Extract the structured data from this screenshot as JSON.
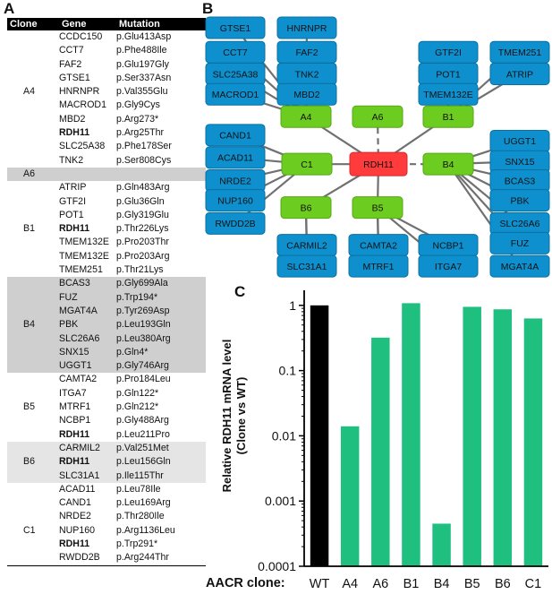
{
  "panels": {
    "a": "A",
    "b": "B",
    "c": "C"
  },
  "table": {
    "headers": [
      "Clone",
      "Gene",
      "Mutation"
    ],
    "rows": [
      {
        "clone": "",
        "gene": "CCDC150",
        "mutation": "p.Glu413Asp",
        "shade": "",
        "bold": false
      },
      {
        "clone": "",
        "gene": "CCT7",
        "mutation": "p.Phe488Ile",
        "shade": "",
        "bold": false
      },
      {
        "clone": "",
        "gene": "FAF2",
        "mutation": "p.Glu197Gly",
        "shade": "",
        "bold": false
      },
      {
        "clone": "",
        "gene": "GTSE1",
        "mutation": "p.Ser337Asn",
        "shade": "",
        "bold": false
      },
      {
        "clone": "A4",
        "gene": "HNRNPR",
        "mutation": "p.Val355Glu",
        "shade": "",
        "bold": false
      },
      {
        "clone": "",
        "gene": "MACROD1",
        "mutation": "p.Gly9Cys",
        "shade": "",
        "bold": false
      },
      {
        "clone": "",
        "gene": "MBD2",
        "mutation": "p.Arg273*",
        "shade": "",
        "bold": false
      },
      {
        "clone": "",
        "gene": "RDH11",
        "mutation": "p.Arg25Thr",
        "shade": "",
        "bold": true
      },
      {
        "clone": "",
        "gene": "SLC25A38",
        "mutation": "p.Phe178Ser",
        "shade": "",
        "bold": false
      },
      {
        "clone": "",
        "gene": "TNK2",
        "mutation": "p.Ser808Cys",
        "shade": "",
        "bold": false
      },
      {
        "clone": "A6",
        "gene": "",
        "mutation": "",
        "shade": "dark",
        "bold": false
      },
      {
        "clone": "",
        "gene": "ATRIP",
        "mutation": "p.Gln483Arg",
        "shade": "",
        "bold": false
      },
      {
        "clone": "",
        "gene": "GTF2I",
        "mutation": "p.Glu36Gln",
        "shade": "",
        "bold": false
      },
      {
        "clone": "",
        "gene": "POT1",
        "mutation": "p.Gly319Glu",
        "shade": "",
        "bold": false
      },
      {
        "clone": "B1",
        "gene": "RDH11",
        "mutation": "p.Thr226Lys",
        "shade": "",
        "bold": true
      },
      {
        "clone": "",
        "gene": "TMEM132E",
        "mutation": "p.Pro203Thr",
        "shade": "",
        "bold": false
      },
      {
        "clone": "",
        "gene": "TMEM132E",
        "mutation": "p.Pro203Arg",
        "shade": "",
        "bold": false
      },
      {
        "clone": "",
        "gene": "TMEM251",
        "mutation": "p.Thr21Lys",
        "shade": "",
        "bold": false
      },
      {
        "clone": "",
        "gene": "BCAS3",
        "mutation": "p.Gly699Ala",
        "shade": "dark",
        "bold": false
      },
      {
        "clone": "",
        "gene": "FUZ",
        "mutation": "p.Trp194*",
        "shade": "dark",
        "bold": false
      },
      {
        "clone": "",
        "gene": "MGAT4A",
        "mutation": "p.Tyr269Asp",
        "shade": "dark",
        "bold": false
      },
      {
        "clone": "B4",
        "gene": "PBK",
        "mutation": "p.Leu193Gln",
        "shade": "dark",
        "bold": false
      },
      {
        "clone": "",
        "gene": "SLC26A6",
        "mutation": "p.Leu380Arg",
        "shade": "dark",
        "bold": false
      },
      {
        "clone": "",
        "gene": "SNX15",
        "mutation": "p.Gln4*",
        "shade": "dark",
        "bold": false
      },
      {
        "clone": "",
        "gene": "UGGT1",
        "mutation": "p.Gly746Arg",
        "shade": "dark",
        "bold": false
      },
      {
        "clone": "",
        "gene": "CAMTA2",
        "mutation": "p.Pro184Leu",
        "shade": "",
        "bold": false
      },
      {
        "clone": "",
        "gene": "ITGA7",
        "mutation": "p.Gln122*",
        "shade": "",
        "bold": false
      },
      {
        "clone": "B5",
        "gene": "MTRF1",
        "mutation": "p.Gln212*",
        "shade": "",
        "bold": false
      },
      {
        "clone": "",
        "gene": "NCBP1",
        "mutation": "p.Gly488Arg",
        "shade": "",
        "bold": false
      },
      {
        "clone": "",
        "gene": "RDH11",
        "mutation": "p.Leu211Pro",
        "shade": "",
        "bold": true
      },
      {
        "clone": "",
        "gene": "CARMIL2",
        "mutation": "p.Val251Met",
        "shade": "light",
        "bold": false
      },
      {
        "clone": "B6",
        "gene": "RDH11",
        "mutation": "p.Leu156Gln",
        "shade": "light",
        "bold": true
      },
      {
        "clone": "",
        "gene": "SLC31A1",
        "mutation": "p.Ile115Thr",
        "shade": "light",
        "bold": false
      },
      {
        "clone": "",
        "gene": "ACAD11",
        "mutation": "p.Leu78Ile",
        "shade": "",
        "bold": false
      },
      {
        "clone": "",
        "gene": "CAND1",
        "mutation": "p.Leu169Arg",
        "shade": "",
        "bold": false
      },
      {
        "clone": "",
        "gene": "NRDE2",
        "mutation": "p.Thr280Ile",
        "shade": "",
        "bold": false
      },
      {
        "clone": "C1",
        "gene": "NUP160",
        "mutation": "p.Arg1136Leu",
        "shade": "",
        "bold": false
      },
      {
        "clone": "",
        "gene": "RDH11",
        "mutation": "p.Trp291*",
        "shade": "",
        "bold": true
      },
      {
        "clone": "",
        "gene": "RWDD2B",
        "mutation": "p.Arg244Thr",
        "shade": "",
        "bold": false
      }
    ]
  },
  "network": {
    "center": "RDH11",
    "clones": [
      "A4",
      "A6",
      "B1",
      "C1",
      "B4",
      "B6",
      "B5"
    ],
    "genes": [
      "GTSE1",
      "HNRNPR",
      "CCT7",
      "FAF2",
      "SLC25A38",
      "TNK2",
      "MACROD1",
      "MBD2",
      "GTF2I",
      "TMEM251",
      "POT1",
      "ATRIP",
      "TMEM132E",
      "CAND1",
      "ACAD11",
      "NRDE2",
      "NUP160",
      "RWDD2B",
      "UGGT1",
      "SNX15",
      "BCAS3",
      "PBK",
      "SLC26A6",
      "FUZ",
      "MGAT4A",
      "CARMIL2",
      "SLC31A1",
      "CAMTA2",
      "MTRF1",
      "NCBP1",
      "ITGA7"
    ]
  },
  "chart_data": {
    "type": "bar",
    "categories": [
      "WT",
      "A4",
      "A6",
      "B1",
      "B4",
      "B5",
      "B6",
      "C1"
    ],
    "values": [
      1,
      0.014,
      0.32,
      1.08,
      0.00045,
      0.95,
      0.87,
      0.63
    ],
    "ylabel": "Relative RDH11 mRNA level (Clone vs WT)",
    "ylabel_lines": [
      "Relative RDH11 mRNA level",
      "(Clone vs WT)"
    ],
    "xlabel": "AACR clone:",
    "yscale": "log",
    "ylim": [
      0.0001,
      1.5
    ],
    "yticks": [
      0.0001,
      0.001,
      0.01,
      0.1,
      1
    ],
    "ytick_labels": [
      "0.0001",
      "0.001",
      "0.01",
      "0.1",
      "1"
    ],
    "grid": false,
    "colors": {
      "WT": "#000000",
      "clone": "#1fc07f"
    }
  }
}
